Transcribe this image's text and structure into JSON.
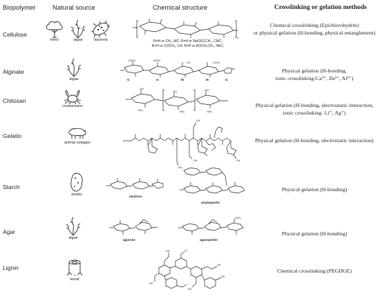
{
  "headers": {
    "biopolymer": "Biopolymer",
    "source": "Natural source",
    "structure": "Chemical structure",
    "methods": "Crosslinking or gelation methods"
  },
  "rows": [
    {
      "name": "Cellulose",
      "sources": [
        "trees",
        "algae",
        "bacteria"
      ],
      "formula_lines": [
        "R=H or CH₃, MC; R=H or NaOOCCH₃, CMC;",
        "R=H or COCH₃, CA; R=H or HOCH₂CH₂, HEC;"
      ],
      "method": [
        "Chemical crosslinking (Epichlorohydrin)",
        "or physical gelation (H-bonding, physical entanglement)"
      ]
    },
    {
      "name": "Alginate",
      "sources": [
        "algae"
      ],
      "units": [
        "G",
        "G",
        "M",
        "M",
        "G"
      ],
      "method": [
        "Physical gelation (H-bonding,",
        "ionic crosslinking-Ca²⁺, Zn²⁺, Al³⁺)"
      ]
    },
    {
      "name": "Chitosan",
      "sources": [
        "crustaceans"
      ],
      "method": [
        "Physical gelation (H-bonding, electrostatic interaction,",
        "ionic crosslinking- Li⁺, Ag⁺)"
      ]
    },
    {
      "name": "Gelatin",
      "sources": [
        "animal collagen"
      ],
      "method": [
        "Physical gelation (H-bonding, electrostatic interaction)"
      ]
    },
    {
      "name": "Starch",
      "sources": [
        "potato"
      ],
      "structure_labels": [
        "amylose",
        "amylopectin"
      ],
      "method": [
        "Physical gelation (H-bonding)"
      ]
    },
    {
      "name": "Agar",
      "sources": [
        "algae"
      ],
      "structure_labels": [
        "agarose",
        "agaropectin"
      ],
      "method": [
        "Physical gelation (H-bonding)"
      ]
    },
    {
      "name": "Lignin",
      "sources": [
        "wood"
      ],
      "method": [
        "Chemical crosslinking (PEGDGE)"
      ]
    }
  ]
}
